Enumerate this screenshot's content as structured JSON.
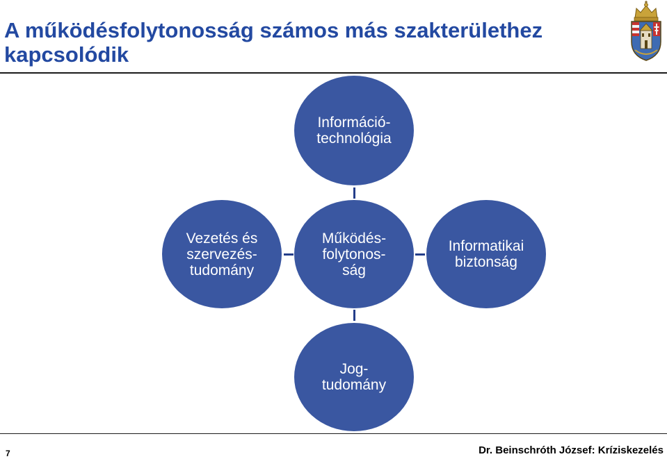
{
  "title": {
    "line1": "A működésfolytonosság számos más szakterülethez",
    "line2": "kapcsolódik"
  },
  "diagram": {
    "center": "Működés-\nfolytonos-\nság",
    "top": "Információ-\ntechnológia",
    "left": "Vezetés és\nszervezés-\ntudomány",
    "right": "Informatikai\nbiztonság",
    "bottom": "Jog-\ntudomány"
  },
  "footer": {
    "slide_number": "7",
    "author": "Dr. Beinschróth József: Kríziskezelés"
  },
  "colors": {
    "title": "#2349a1",
    "node_fill": "#3a57a1",
    "connector": "#243e8a"
  },
  "logo": {
    "icon": "university-coat-of-arms-icon"
  }
}
